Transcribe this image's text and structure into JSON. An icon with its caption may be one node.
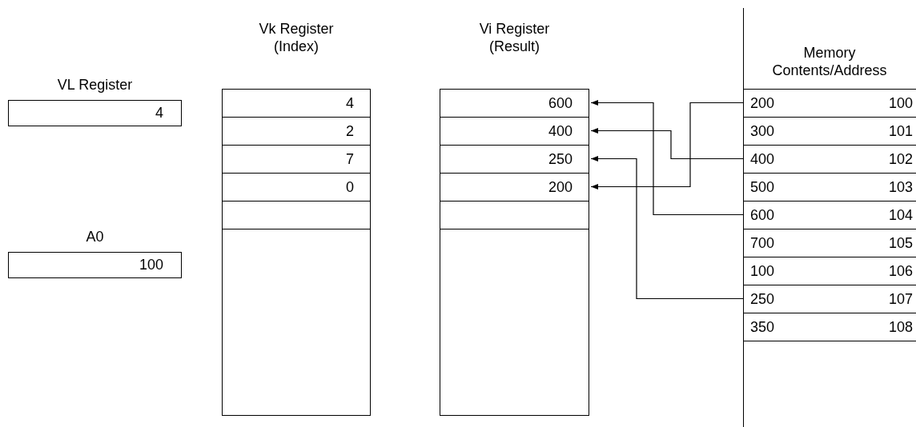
{
  "diagram": {
    "nodes": [
      {
        "text": [
          "VL Register",
          "4"
        ]
      },
      {
        "text": [
          "A0",
          "100"
        ]
      },
      {
        "text": [
          "Vk Register (Index)"
        ]
      },
      {
        "text": [
          "4"
        ],
        "in": 2
      },
      {
        "text": [
          "2"
        ],
        "in": 2
      },
      {
        "text": [
          "7"
        ],
        "in": 2
      },
      {
        "text": [
          "0"
        ],
        "in": 2
      },
      {
        "text": [],
        "shape": "box",
        "in": 2
      },
      {
        "text": [],
        "shape": "box",
        "in": 2
      },
      {
        "text": [
          "Vi Register (Result)"
        ]
      },
      {
        "text": [
          "600"
        ],
        "in": 9
      },
      {
        "text": [
          "400"
        ],
        "in": 9
      },
      {
        "text": [
          "250"
        ],
        "in": 9
      },
      {
        "text": [
          "200"
        ],
        "in": 9
      },
      {
        "text": [],
        "shape": "box",
        "in": 9
      },
      {
        "text": [],
        "shape": "box",
        "in": 9
      },
      {
        "text": [
          "200",
          "100"
        ]
      },
      {
        "text": [
          "300",
          "101"
        ]
      },
      {
        "text": [
          "400",
          "102"
        ]
      },
      {
        "text": [
          "500",
          "103"
        ]
      },
      {
        "text": [
          "600",
          "104"
        ]
      },
      {
        "text": [
          "700",
          "105"
        ]
      },
      {
        "text": [
          "100",
          "106"
        ]
      },
      {
        "text": [
          "250",
          "107"
        ]
      },
      {
        "text": [
          "350",
          "108"
        ]
      }
    ],
    "edges": [
      {
        "from": 16,
        "to": 13,
        "arrow": "to"
      },
      {
        "from": 18,
        "to": 11,
        "arrow": "to"
      },
      {
        "from": 20,
        "to": 10,
        "arrow": "to"
      },
      {
        "from": 23,
        "to": 12,
        "arrow": "to"
      }
    ],
    "labels": [
      "Memory Contents/Address"
    ]
  }
}
